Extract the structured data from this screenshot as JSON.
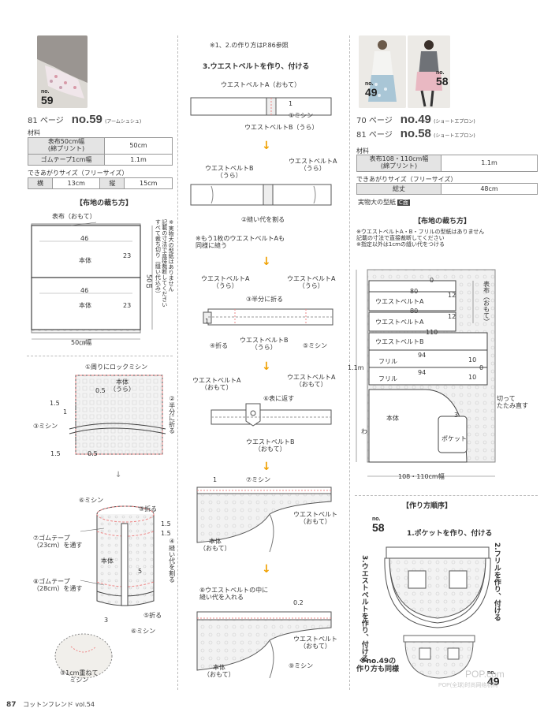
{
  "left": {
    "photo_no": {
      "n": "no.",
      "d": "59"
    },
    "page_ref": {
      "page": "81 ページ",
      "no": "no.59",
      "name": "(アームシュシュ)"
    },
    "materials_title": "材料",
    "materials": [
      {
        "name": "表布50cm幅\n(綿プリント)",
        "value": "50cm"
      },
      {
        "name": "ゴムテープ1cm幅",
        "value": "1.1m"
      }
    ],
    "size_title": "できあがりサイズ（フリーサイズ）",
    "size_row": [
      "横",
      "13cm",
      "縦",
      "15cm"
    ],
    "cut_title": "【布地の裁ち方】",
    "cut_fabric_label": "表布（おもて）",
    "cut_piece1": {
      "top": "46",
      "name": "本体",
      "side": "23"
    },
    "cut_piece2": {
      "top": "46",
      "name": "本体",
      "side": "23"
    },
    "cut_height": "50㎝",
    "cut_width": "50㎝幅",
    "cut_note": "※実物大の型紙はありません\n記載の寸法で直接裁断してください\nすべて裁ち切り（縫い代込み）",
    "step1": {
      "lock": "①周りにロックミシン",
      "m05a": "0.5",
      "m15a": "1.5",
      "name": "本体\n（うら）",
      "m1": "1",
      "sew": "③ミシン",
      "fold": "②半分に折る",
      "m15b": "1.5",
      "m05b": "0.5"
    },
    "step2": {
      "sew6": "⑥ミシン",
      "fold5a": "⑤折る",
      "m15a": "1.5",
      "m15b": "1.5",
      "tape7": "⑦ゴムテープ\n（23cm）を通す",
      "tape8": "⑧ゴムテープ\n（28cm）を通す",
      "press4": "④縫い代を割る",
      "name": "本体",
      "m5": "5",
      "m3": "3",
      "fold5b": "⑤折る",
      "sew6b": "⑥ミシン",
      "overlap": "⑤1cm重ねて\nミシン"
    }
  },
  "middle": {
    "note_top": "※1、2.の作り方はP.86参照",
    "heading3": "3.ウエストベルトを作り、付ける",
    "a": {
      "labelA": "ウエストベルトA（おもて）",
      "m1": "1",
      "sew": "①ミシン",
      "labelB": "ウエストベルトB（うら）"
    },
    "b": {
      "labelB": "ウエストベルトB\n（うら）",
      "labelA": "ウエストベルトA\n（うら）",
      "press": "②縫い代を割る"
    },
    "note_b": "※もう1枚のウエストベルトAも\n同様に縫う",
    "c": {
      "labelA1": "ウエストベルトA\n（うら）",
      "labelA2": "ウエストベルトA\n（うら）",
      "fold_half": "③半分に折る",
      "m1": "1",
      "fold": "④折る",
      "labelB": "ウエストベルトB\n（うら）",
      "sew": "⑤ミシン"
    },
    "d": {
      "labelA1": "ウエストベルトA\n（おもて）",
      "labelA2": "ウエストベルトA\n（おもて）",
      "turn": "⑥表に返す",
      "labelB": "ウエストベルトB\n（おもて）"
    },
    "e": {
      "m1": "1",
      "sew": "⑦ミシン",
      "belt": "ウエストベルト\n（おもて）",
      "body": "本体\n（おもて）"
    },
    "f": {
      "insert": "⑧ウエストベルトの中に\n縫い代を入れる",
      "m02": "0.2",
      "belt": "ウエストベルト\n（おもて）",
      "body": "本体\n（おもて）",
      "sew": "⑨ミシン"
    }
  },
  "right": {
    "photo1_no": {
      "n": "no.",
      "d": "49"
    },
    "photo2_no": {
      "n": "no.",
      "d": "58"
    },
    "page_ref1": {
      "page": "70 ページ",
      "no": "no.49",
      "name": "(ショートエプロン)"
    },
    "page_ref2": {
      "page": "81 ページ",
      "no": "no.58",
      "name": "(ショートエプロン)"
    },
    "materials_title": "材料",
    "materials": [
      {
        "name": "表布108・110cm幅\n(綿プリント)",
        "value": "1.1m"
      }
    ],
    "size_title": "できあがりサイズ（フリーサイズ）",
    "size_row": [
      "総丈",
      "48cm"
    ],
    "pattern_label": "実物大の型紙",
    "pattern_badge": "C面",
    "cut_title": "【布地の裁ち方】",
    "cut_note": "※ウエストベルトA・B・フリルの型紙はありません\n記載の寸法で直接裁断してください\n※指定以外は1cmの縫い代をつける",
    "cut": {
      "m0a": "0",
      "m80a": "80",
      "beltA1": "ウエストベルトA",
      "m12a": "12",
      "m80b": "80",
      "beltA2": "ウエストベルトA",
      "m12b": "12",
      "m110": "110",
      "beltB": "ウエストベルトB",
      "m94a": "94",
      "frill1": "フリル",
      "m10a": "10",
      "m0b": "0",
      "m94b": "94",
      "frill2": "フリル",
      "m10b": "10",
      "fabric": "表布（おもて）",
      "height": "1.1m",
      "wa": "わ",
      "body": "本体",
      "m3": "3",
      "pocket": "ポケット",
      "cut_fold": "切って\nたたみ直す",
      "width": "108・110cm幅"
    },
    "order_title": "【作り方順序】",
    "order_no": {
      "n": "no.",
      "d": "58"
    },
    "order_step1": "1.ポケットを作り、付ける",
    "order_step2": "2.フリルを作り、付ける",
    "order_step3": "3.ウエストベルトを作り、付ける",
    "order_note": "※no.49の\n作り方も同様",
    "order_no2": {
      "n": "no.",
      "d": "49"
    }
  },
  "footer": {
    "page_num": "87",
    "magazine": "コットンフレンド",
    "vol": "vol.54"
  },
  "watermark": {
    "main": "POP.com",
    "sub": "POP(全球)时尚网络机构"
  }
}
